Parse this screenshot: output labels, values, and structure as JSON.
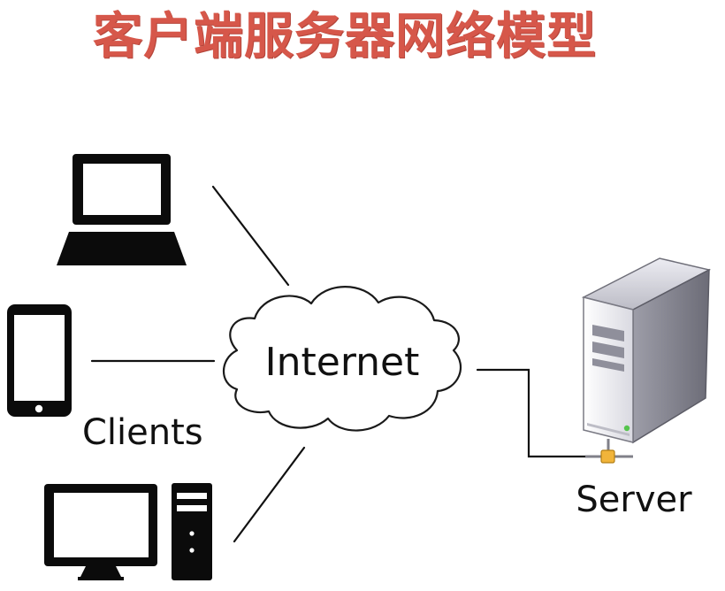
{
  "title": "客户端服务器网络模型",
  "labels": {
    "internet": "Internet",
    "clients": "Clients",
    "server": "Server"
  },
  "colors": {
    "title": "#d6574a",
    "line": "#111111",
    "device": "#0b0b0b",
    "connector": "#f1b43a"
  },
  "icons": [
    "laptop-icon",
    "smartphone-icon",
    "desktop-computer-icon",
    "cloud-icon",
    "server-tower-icon"
  ]
}
